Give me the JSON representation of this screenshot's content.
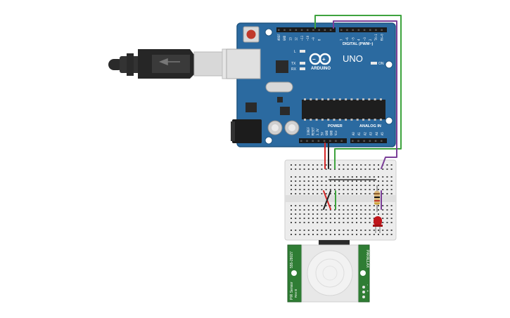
{
  "arduino": {
    "brand": "ARDUINO",
    "model": "UNO",
    "digital_label": "DIGITAL (PWM~)",
    "power_label": "POWER",
    "analog_label": "ANALOG IN",
    "on_label": "ON",
    "led_l": "L",
    "led_tx": "TX",
    "led_rx": "RX",
    "digital_pins": [
      "AREF",
      "GND",
      "13",
      "12",
      "~11",
      "~10",
      "~9",
      "8",
      "7",
      "~6",
      "~5",
      "4",
      "~3",
      "2",
      "TX→1",
      "RX←0"
    ],
    "power_pins": [
      "IOREF",
      "RESET",
      "3.3V",
      "5V",
      "GND",
      "GND",
      "Vin"
    ],
    "analog_pins": [
      "A0",
      "A1",
      "A2",
      "A3",
      "A4",
      "A5"
    ]
  },
  "pir": {
    "left_text": "PIR Sensor",
    "left_sub": "Rev B",
    "left_top": "555-28027",
    "right_text": "PARALLAX",
    "pins": [
      "-",
      "+",
      "OUT"
    ]
  },
  "colors": {
    "board": "#2b6aa0",
    "board_edge": "#1f5480",
    "usb_cable": "#2a2a2a",
    "wire_red": "#d62828",
    "wire_black": "#222222",
    "wire_green": "#3ea33e",
    "wire_purple": "#7b3f98",
    "led": "#c0151a",
    "pir_board": "#2f7d34"
  }
}
